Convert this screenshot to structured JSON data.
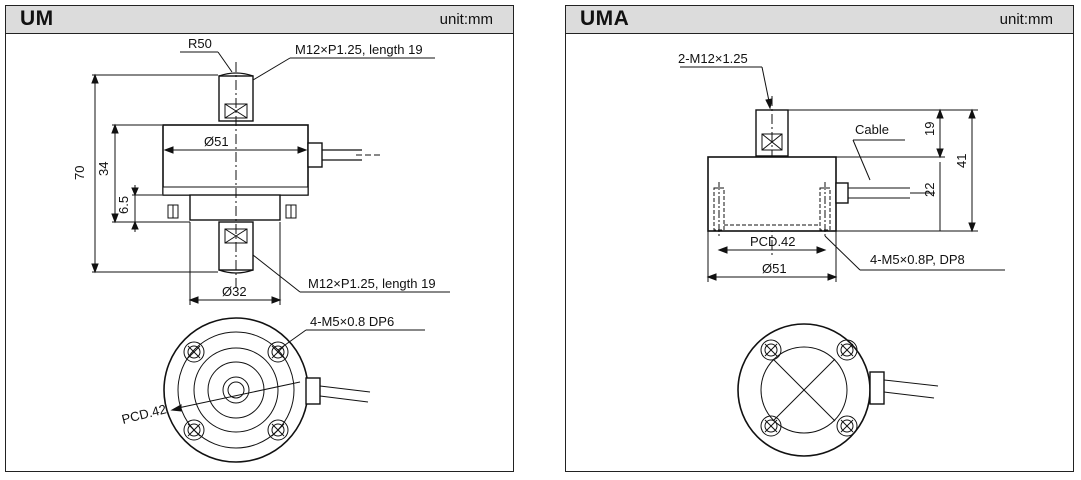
{
  "panels": [
    {
      "title": "UM",
      "unit": "unit:mm",
      "labels": {
        "r50": "R50",
        "thread_top": "M12×P1.25, length 19",
        "dia51": "Ø51",
        "dim70": "70",
        "dim34": "34",
        "dim65": "6.5",
        "thread_bottom": "M12×P1.25, length 19",
        "dia32": "Ø32",
        "holes": "4-M5×0.8 DP6",
        "pcd": "PCD.42"
      }
    },
    {
      "title": "UMA",
      "unit": "unit:mm",
      "labels": {
        "thread": "2-M12×1.25",
        "cable": "Cable",
        "dim19": "19",
        "dim41": "41",
        "dim22": "22",
        "pcd": "PCD.42",
        "dia51": "Ø51",
        "holes": "4-M5×0.8P, DP8"
      }
    }
  ],
  "colors": {
    "header_bg": "#dcdcdc",
    "line": "#111111",
    "body_fill": "#ffffff"
  },
  "icons": [
    "cross-hatch-wrench-flat-icon",
    "bolt-hole-cross-icon"
  ]
}
